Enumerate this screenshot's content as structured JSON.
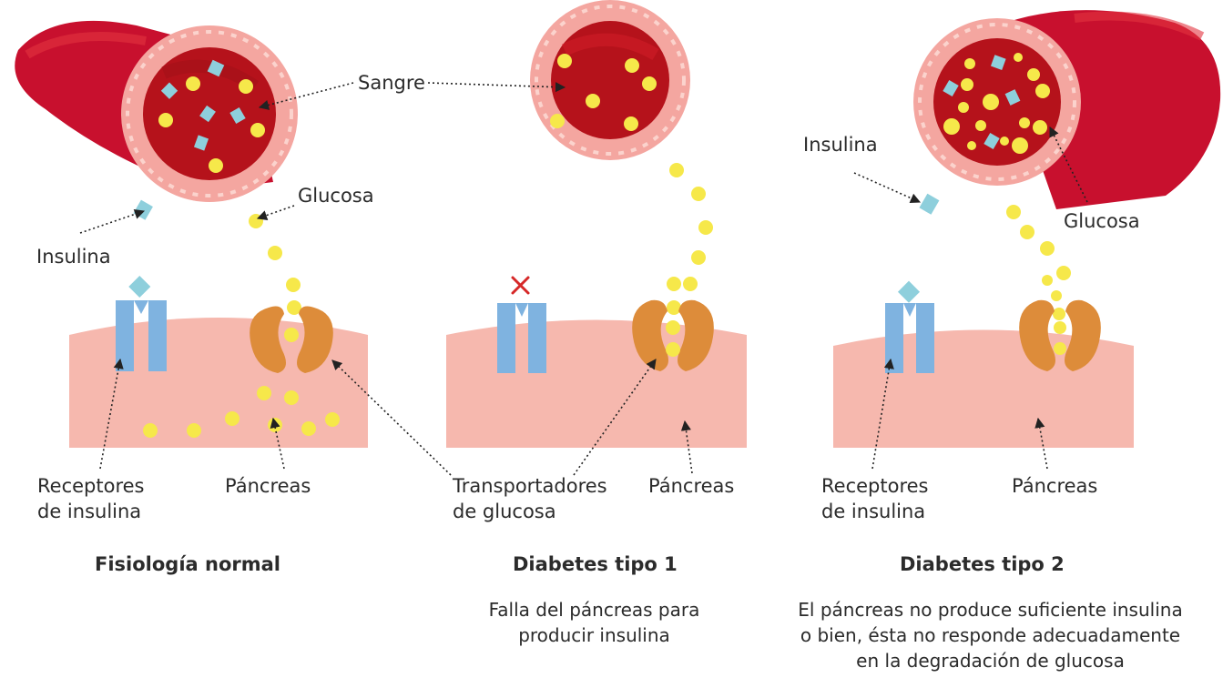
{
  "labels": {
    "sangre": "Sangre",
    "glucosa_left": "Glucosa",
    "insulina_left": "Insulina",
    "insulina_right": "Insulina",
    "glucosa_right": "Glucosa",
    "receptores_left": [
      "Receptores",
      "de insulina"
    ],
    "pancreas_left": "Páncreas",
    "transportadores": [
      "Transportadores",
      "de glucosa"
    ],
    "pancreas_mid": "Páncreas",
    "receptores_right": [
      "Receptores",
      "de insulina"
    ],
    "pancreas_right": "Páncreas"
  },
  "panels": [
    {
      "title": "Fisiología normal",
      "caption": []
    },
    {
      "title": "Diabetes tipo 1",
      "caption": [
        "Falla del páncreas para",
        "producir insulina"
      ]
    },
    {
      "title": "Diabetes tipo 2",
      "caption": [
        "El páncreas no produce suficiente insulina",
        "o bien, ésta no responde adecuadamente",
        "en la degradación de glucosa"
      ]
    }
  ],
  "colors": {
    "blood_vessel": "#c8102e",
    "vessel_wall": "#f4a6a0",
    "lumen": "#b5121b",
    "glucose": "#f6e84a",
    "insulin": "#8ecfdc",
    "receptor": "#7fb3e0",
    "transporter": "#dd8c3a",
    "cell": "#f6b8ae",
    "missing_insulin_mark": "#d62828"
  }
}
